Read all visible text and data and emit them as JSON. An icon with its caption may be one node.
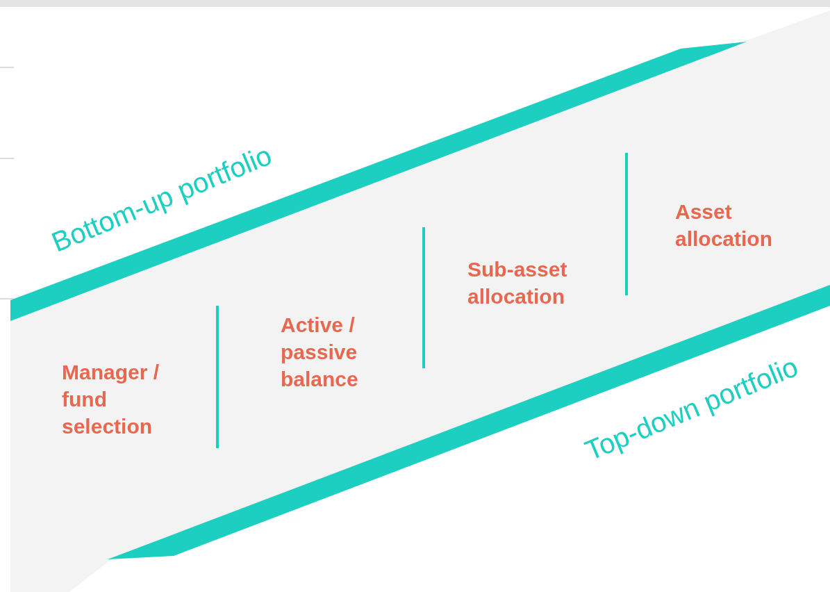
{
  "diagram": {
    "labels": [
      "Bottom-up portfolio",
      "Asset allocation",
      "Sub-asset allocation",
      "Active / passive balance",
      "Manager / fund selection",
      "Top-down portfolio"
    ]
  }
}
